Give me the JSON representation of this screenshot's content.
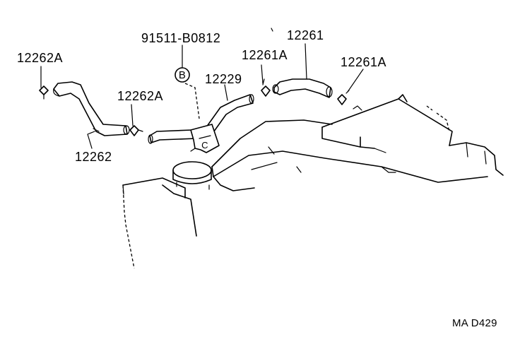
{
  "labels": {
    "part_91511": "91511-B0812",
    "part_12262A_left": "12262A",
    "part_12262A_mid": "12262A",
    "part_12262": "12262",
    "part_12229": "12229",
    "part_12261A_left": "12261A",
    "part_12261A_right": "12261A",
    "part_12261": "12261",
    "callout_B": "B",
    "callout_C": "C",
    "diagram_code": "MA D429"
  }
}
